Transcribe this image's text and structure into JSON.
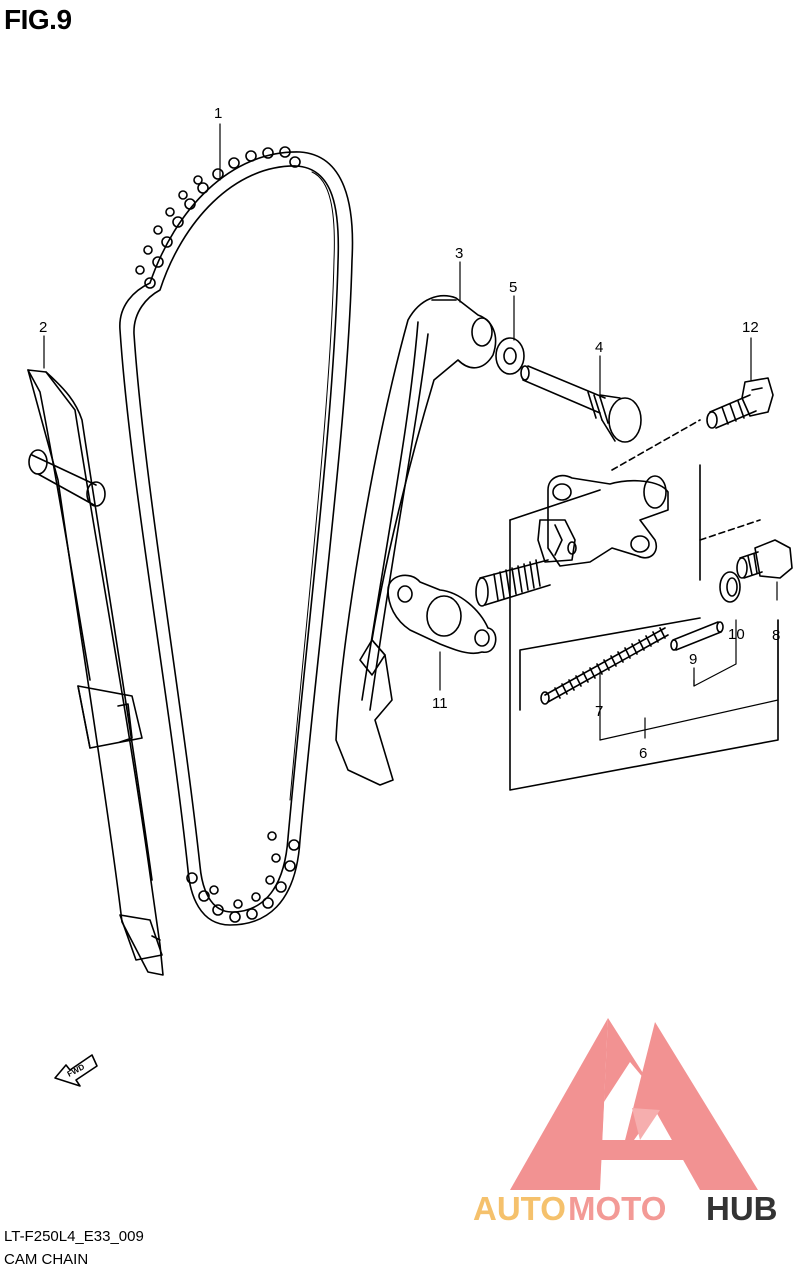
{
  "figure": {
    "title": "FIG.9"
  },
  "callouts": {
    "c1": "1",
    "c2": "2",
    "c3": "3",
    "c4": "4",
    "c5": "5",
    "c6": "6",
    "c7": "7",
    "c8": "8",
    "c9": "9",
    "c10": "10",
    "c11": "11",
    "c12": "12"
  },
  "direction_badge": {
    "label": "FWD"
  },
  "footer": {
    "code": "LT-F250L4_E33_009",
    "caption": "CAM CHAIN"
  },
  "watermark": {
    "auto": "AUTO",
    "moto": "MOTO",
    "hub": "HUB",
    "colors": {
      "triangle": "#f08080",
      "auto": "#f5c16c",
      "moto": "#f39a96",
      "hub": "#333333"
    }
  }
}
